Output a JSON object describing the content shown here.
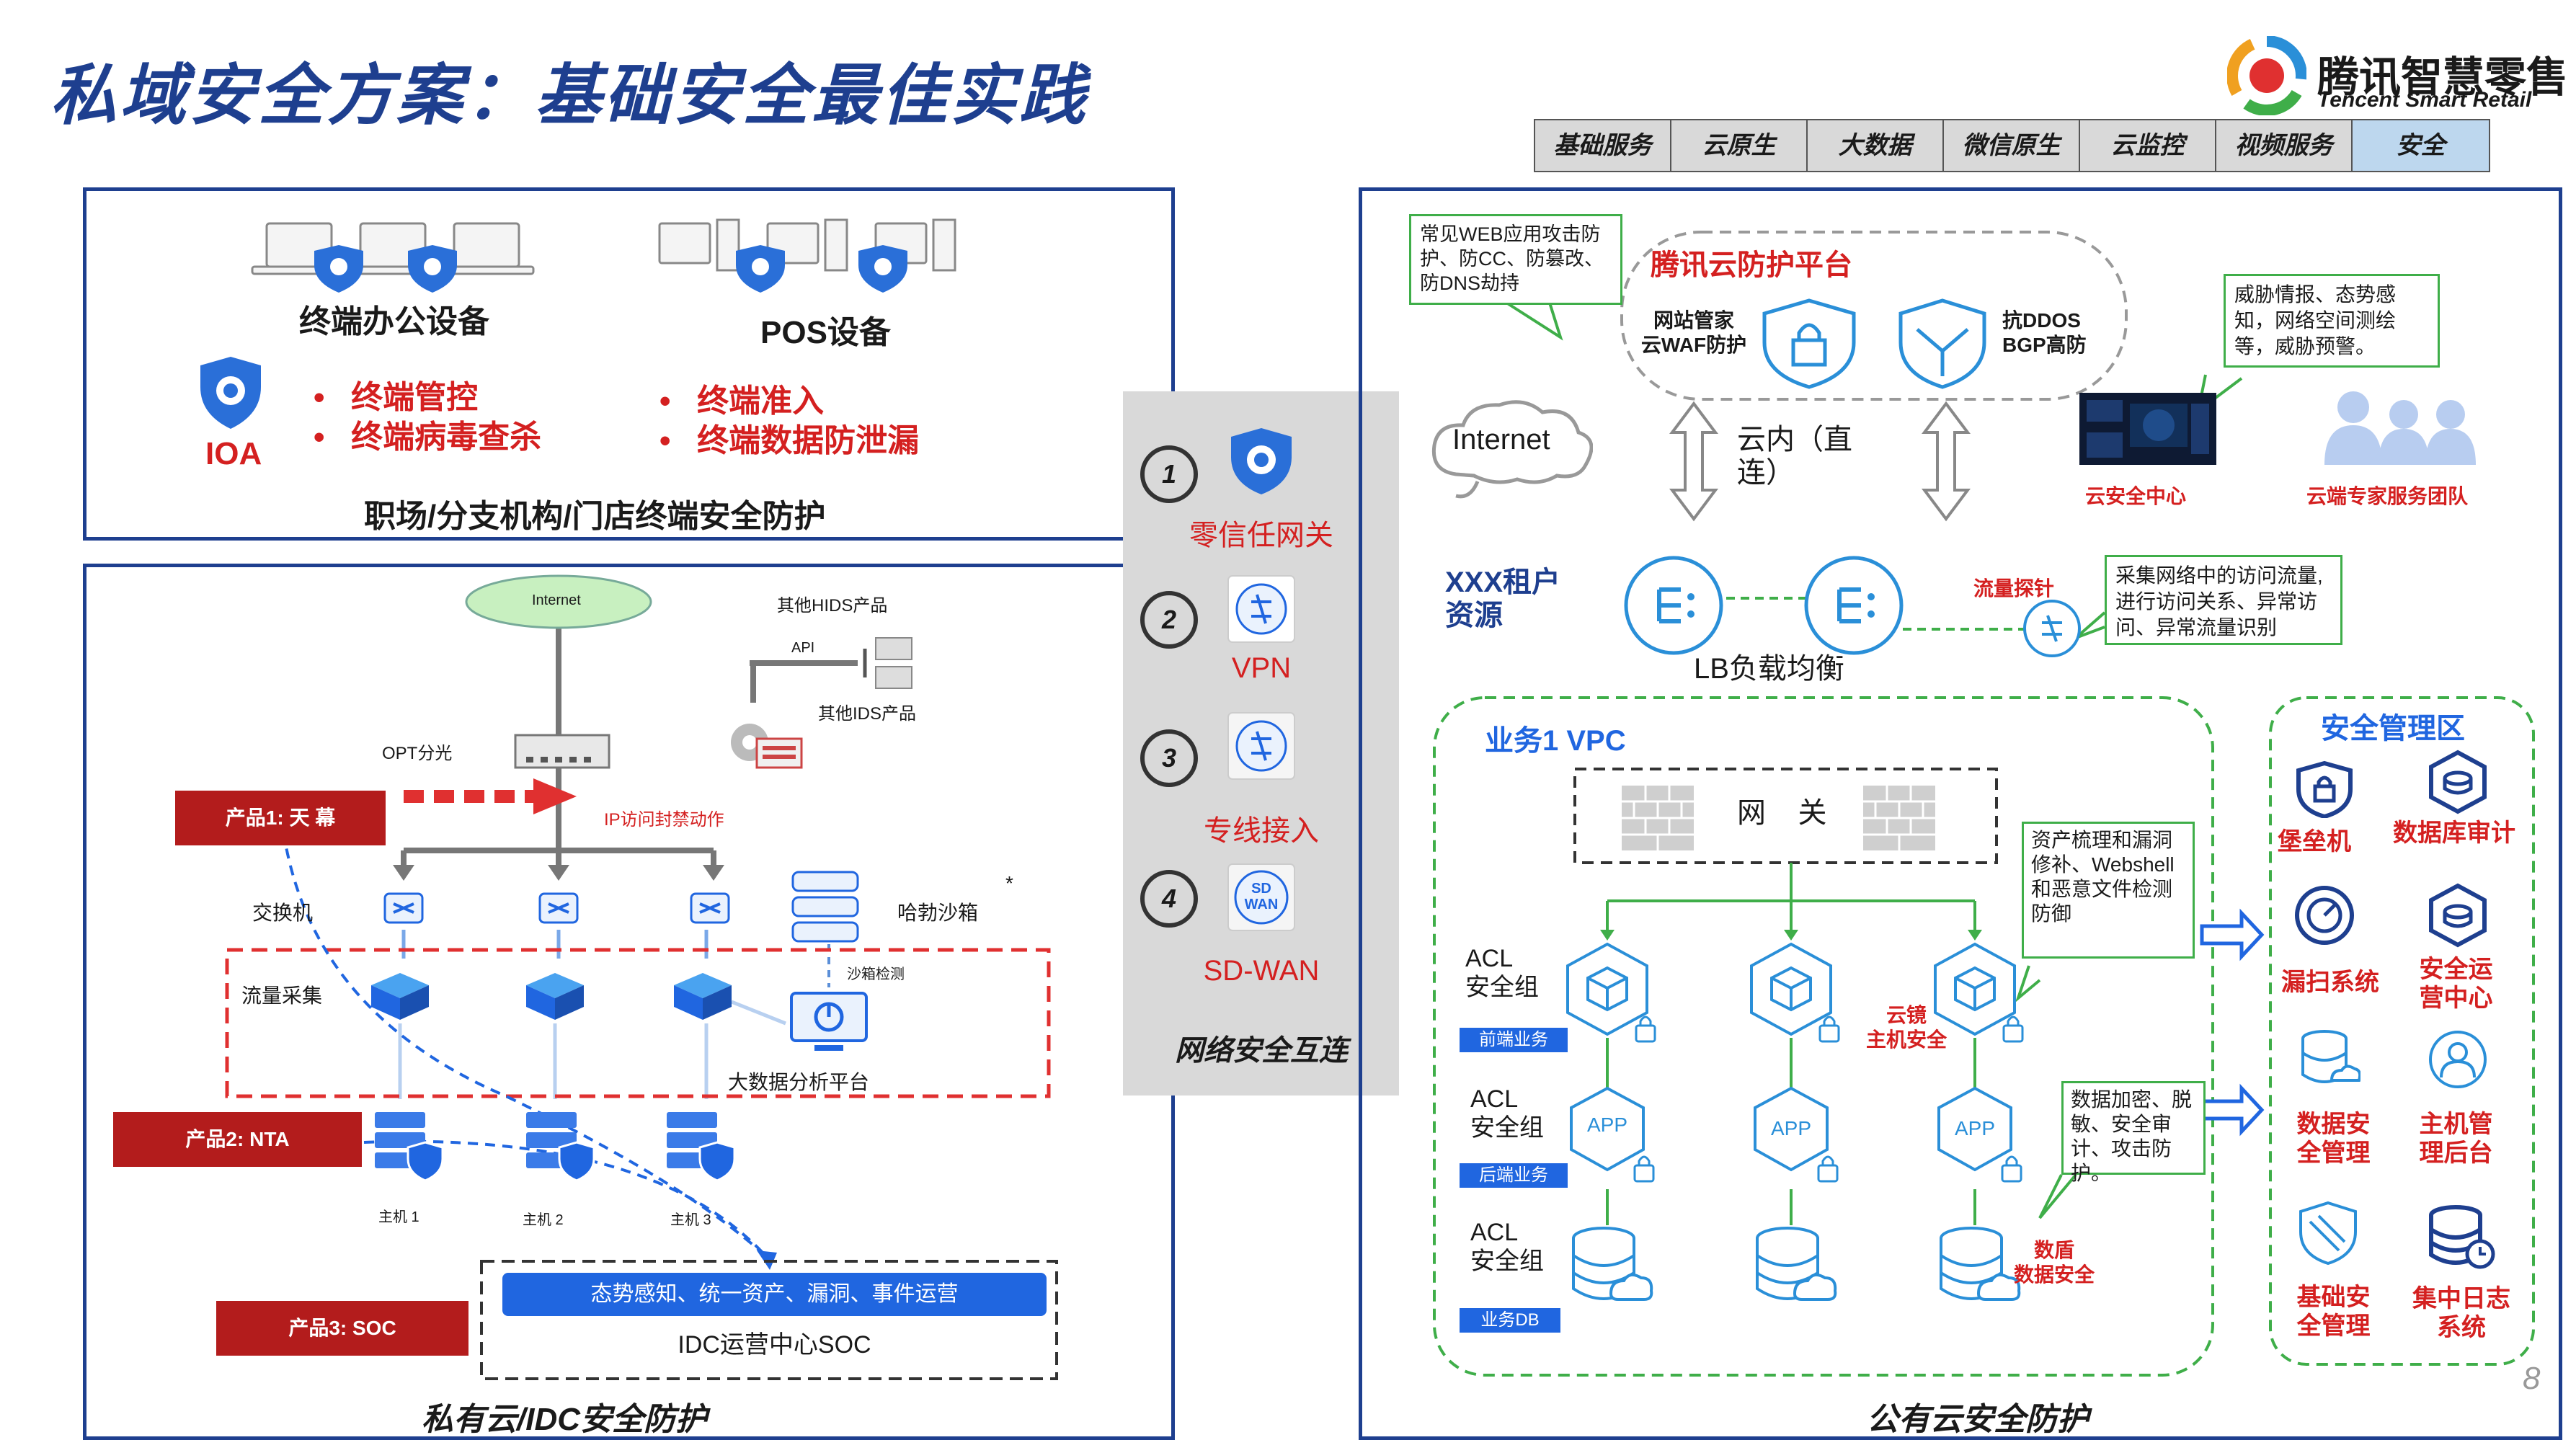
{
  "header": {
    "title": "私域安全方案：基础安全最佳实践",
    "logo_cn": "腾讯智慧零售",
    "logo_en": "Tencent Smart Retail",
    "tabs": [
      "基础服务",
      "云原生",
      "大数据",
      "微信原生",
      "云监控",
      "视频服务",
      "安全"
    ],
    "active_tab": "安全"
  },
  "colors": {
    "title_blue": "#1e3f8f",
    "accent_red": "#d42020",
    "product_red": "#b31c1c",
    "green": "#3fae49",
    "blue": "#2066e0"
  },
  "terminal_panel": {
    "office_label": "终端办公设备",
    "pos_label": "POS设备",
    "ioa_label": "IOA",
    "office_bullets": [
      "终端管控",
      "终端病毒查杀"
    ],
    "pos_bullets": [
      "终端准入",
      "终端数据防泄漏"
    ],
    "caption": "职场/分支机构/门店终端安全防护"
  },
  "idc_panel": {
    "internet": "Internet",
    "other_hids": "其他HIDS产品",
    "api": "API",
    "other_ids": "其他IDS产品",
    "opt": "OPT分光",
    "product1": "产品1: 天 幕",
    "ip_block": "IP访问封禁动作",
    "switch_label": "交换机",
    "sandbox": "哈勃沙箱",
    "sandbox_detect": "沙箱检测",
    "flow_collect": "流量采集",
    "bigdata": "大数据分析平台",
    "product2": "产品2: NTA",
    "hosts": [
      "主机 1",
      "主机 2",
      "主机 3"
    ],
    "product3": "产品3: SOC",
    "soc_bar": "态势感知、统一资产、漏洞、事件运营",
    "soc_center": "IDC运营中心SOC",
    "star": "*",
    "caption": "私有云/IDC安全防护"
  },
  "network_panel": {
    "items": [
      {
        "num": "1",
        "label": "零信任网关"
      },
      {
        "num": "2",
        "label": "VPN"
      },
      {
        "num": "3",
        "label": "专线接入"
      },
      {
        "num": "4",
        "label": "SD-WAN"
      }
    ],
    "sdwan_icon_text": "SD WAN",
    "caption": "网络安全互连"
  },
  "public_panel": {
    "web_attack_note": "常见WEB应用攻击防护、防CC、防篡改、防DNS劫持",
    "cloud_platform": "腾讯云防护平台",
    "waf": "网站管家\n云WAF防护",
    "ddos": "抗DDOS\nBGP高防",
    "threat_note": "威胁情报、态势感知，网络空间测绘等，威胁预警。",
    "internet": "Internet",
    "direct": "云内（直\n连）",
    "sec_center": "云安全中心",
    "expert_team": "云端专家服务团队",
    "tenant": "XXX租户\n资源",
    "lb": "LB负载均衡",
    "probe": "流量探针",
    "probe_note": "采集网络中的访问流量,进行访问关系、异常访问、异常流量识别",
    "vpc_title": "业务1 VPC",
    "gateway": "网    关",
    "asset_note": "资产梳理和漏洞修补、Webshell和恶意文件检测防御",
    "yunjing": "云镜\n主机安全",
    "data_note": "数据加密、脱敏、安全审计、攻击防护。",
    "shuidun": "数盾\n数据安全",
    "acl_rows": [
      {
        "acl": "ACL\n安全组",
        "tag": "前端业务"
      },
      {
        "acl": "ACL\n安全组",
        "tag": "后端业务"
      },
      {
        "acl": "ACL\n安全组",
        "tag": "业务DB"
      }
    ],
    "app_label": "APP",
    "mgmt_title": "安全管理区",
    "mgmt_items": [
      "堡垒机",
      "数据库审计",
      "漏扫系统",
      "安全运\n营中心",
      "数据安\n全管理",
      "主机管\n理后台",
      "基础安\n全管理",
      "集中日志\n系统"
    ],
    "caption": "公有云安全防护",
    "page_number": "8"
  }
}
